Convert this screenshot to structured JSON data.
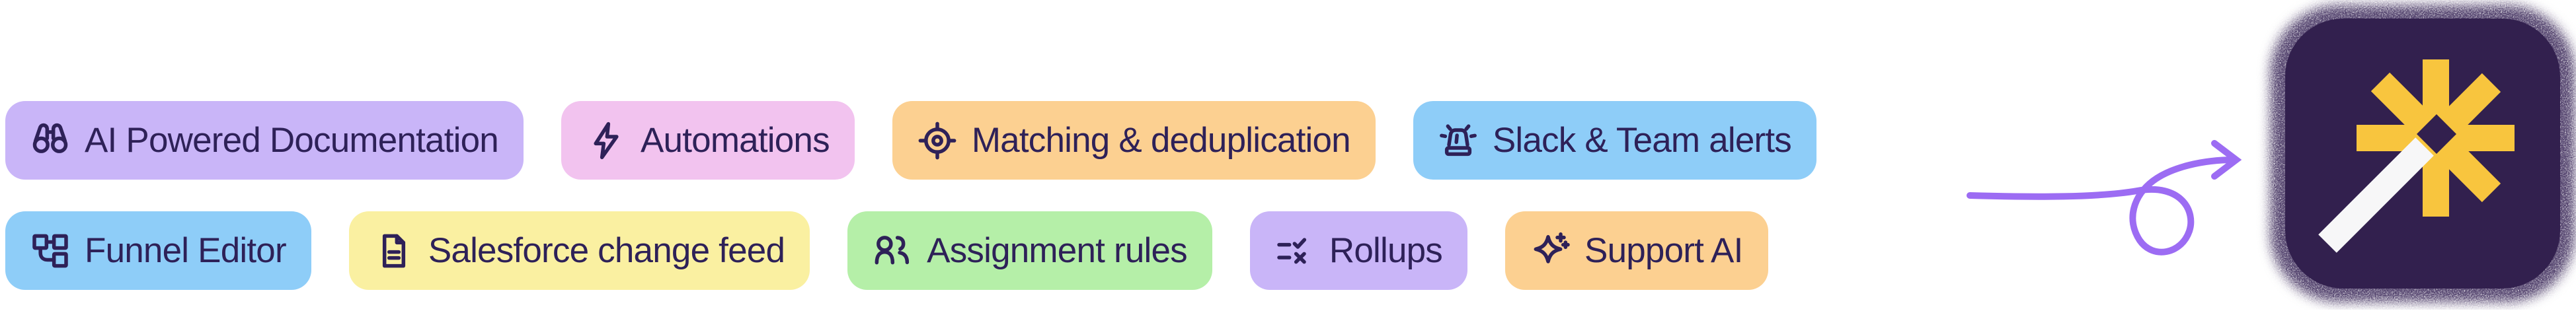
{
  "badges": {
    "row1": [
      {
        "label": "AI Powered Documentation",
        "icon": "binoculars-icon",
        "color_name": "lavender",
        "bg": "#c9b5f8"
      },
      {
        "label": "Automations",
        "icon": "lightning-icon",
        "color_name": "pink",
        "bg": "#f2c3ef"
      },
      {
        "label": "Matching & deduplication",
        "icon": "crosshair-icon",
        "color_name": "orange",
        "bg": "#fcd091"
      },
      {
        "label": "Slack & Team alerts",
        "icon": "siren-icon",
        "color_name": "blue",
        "bg": "#8ecdf8"
      }
    ],
    "row2": [
      {
        "label": "Funnel Editor",
        "icon": "flow-chart-icon",
        "color_name": "blue",
        "bg": "#8ecdf8"
      },
      {
        "label": "Salesforce change feed",
        "icon": "document-icon",
        "color_name": "yellow",
        "bg": "#faf0a1"
      },
      {
        "label": "Assignment rules",
        "icon": "users-icon",
        "color_name": "green",
        "bg": "#b5efa8"
      },
      {
        "label": "Rollups",
        "icon": "checklist-icon",
        "color_name": "lavender",
        "bg": "#c9b5f8"
      },
      {
        "label": "Support AI",
        "icon": "sparkle-icon",
        "color_name": "orange",
        "bg": "#fcd091"
      }
    ]
  },
  "text_color": "#2e2158",
  "arrow": {
    "color": "#9c6cf3",
    "style": "hand-drawn loop arrow pointing right"
  },
  "logo": {
    "tile_bg": "#32204e",
    "asterisk_color": "#f8c53e",
    "wand_color": "#f7f7f8",
    "description": "yellow asterisk with white magic wand on dark purple rounded tile"
  }
}
